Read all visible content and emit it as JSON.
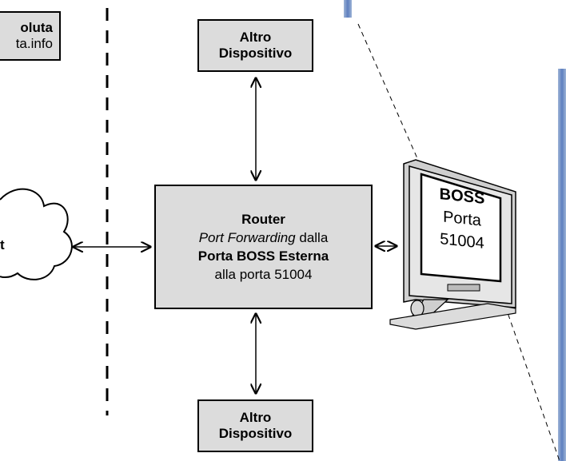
{
  "top_left_box": {
    "line1": "oluta",
    "line2": "ta.info"
  },
  "internet_cloud": {
    "label": "t"
  },
  "router": {
    "title": "Router",
    "line2_italic": "Port Forwarding",
    "line2_rest": " dalla",
    "line3": "Porta BOSS Esterna",
    "line4": "alla porta 51004"
  },
  "device_top": {
    "line1": "Altro",
    "line2": "Dispositivo"
  },
  "device_bottom": {
    "line1": "Altro",
    "line2": "Dispositivo"
  },
  "monitor": {
    "line1": "BOSS",
    "line2": "Porta",
    "line3": "51004"
  },
  "colors": {
    "box_fill": "#dcdcdc",
    "accent_blue": "#5d7fbf"
  }
}
